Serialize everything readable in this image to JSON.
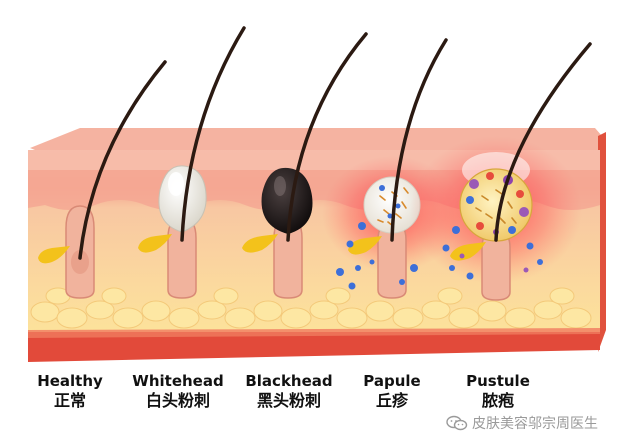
{
  "stages": [
    {
      "key": "healthy",
      "label_en": "Healthy",
      "label_zh": "正常"
    },
    {
      "key": "whitehead",
      "label_en": "Whitehead",
      "label_zh": "白头粉刺"
    },
    {
      "key": "blackhead",
      "label_en": "Blackhead",
      "label_zh": "黑头粉刺"
    },
    {
      "key": "papule",
      "label_en": "Papule",
      "label_zh": "丘疹"
    },
    {
      "key": "pustule",
      "label_en": "Pustule",
      "label_zh": "脓疱"
    }
  ],
  "watermark": {
    "text": "皮肤美容邬宗周医生",
    "icon": "wechat-icon"
  },
  "colors": {
    "epidermis": "#f7b7a5",
    "dermis": "#f9cf9b",
    "fat": "#fbe08f",
    "base": "#e24a3a",
    "hair": "#2b1a12",
    "sebaceous": "#f3c21b",
    "whitehead_plug": "#f3f1ea",
    "blackhead_plug": "#1a1212",
    "inflammation": "#e9303a",
    "bacteria": "#3d6fd8"
  }
}
